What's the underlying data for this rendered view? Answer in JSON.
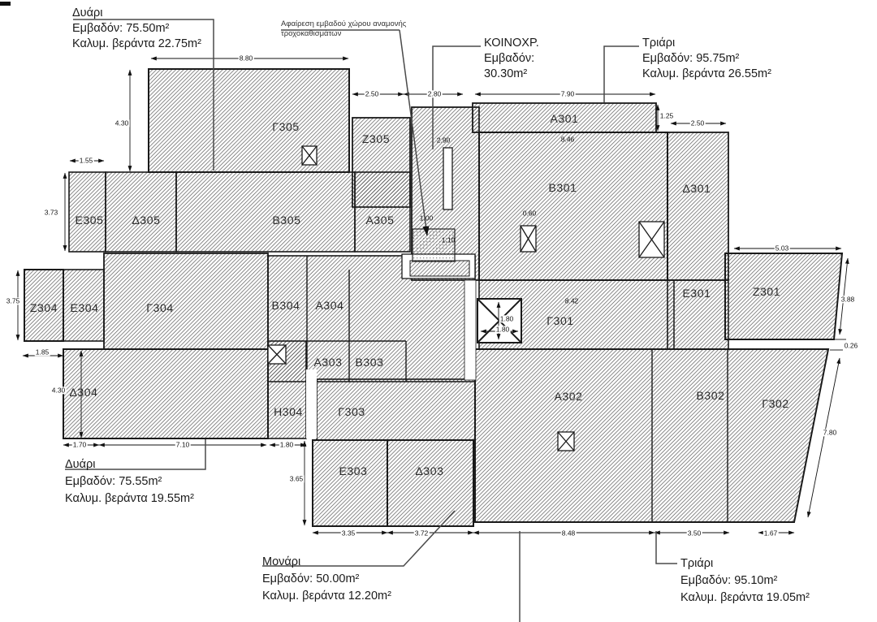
{
  "annotations": [
    {
      "id": "unit-two-room-top-left",
      "lines": [
        "Δυάρι",
        "Εμβαδόν: 75.50m²",
        "Καλυμ. βεράντα 22.75m²"
      ]
    },
    {
      "id": "wheelchair-note",
      "lines": [
        "Αφαίρεση εμβαδού χώρου αναμονής",
        "τροχοκαθισμάτων"
      ]
    },
    {
      "id": "common-areas",
      "lines": [
        "ΚΟΙΝΟΧΡ.",
        "Εμβαδόν:",
        "30.30m²"
      ]
    },
    {
      "id": "unit-three-room-top-right",
      "lines": [
        "Τριάρι",
        "Εμβαδόν: 95.75m²",
        "Καλυμ. βεράντα 26.55m²"
      ]
    },
    {
      "id": "unit-two-room-bottom-left",
      "lines": [
        "Δυάρι",
        "Εμβαδόν: 75.55m²",
        "Καλυμ. βεράντα 19.55m²"
      ]
    },
    {
      "id": "unit-one-room-bottom",
      "lines": [
        "Μονάρι",
        "Εμβαδόν: 50.00m²",
        "Καλυμ. βεράντα 12.20m²"
      ]
    },
    {
      "id": "unit-three-room-bottom-right",
      "lines": [
        "Τριάρι",
        "Εμβαδόν: 95.10m²",
        "Καλυμ. βεράντα 19.05m²"
      ]
    }
  ],
  "rooms": [
    "Γ305",
    "Ζ305",
    "Ε305",
    "Δ305",
    "Β305",
    "Α305",
    "Α301",
    "Β301",
    "Δ301",
    "Ε301",
    "Ζ301",
    "Γ301",
    "Ζ304",
    "Ε304",
    "Γ304",
    "Β304",
    "Α304",
    "Α303",
    "Β303",
    "Δ304",
    "Η304",
    "Γ303",
    "Ε303",
    "Δ303",
    "Α302",
    "Β302",
    "Γ302"
  ],
  "dims": [
    "8.80",
    "4.30",
    "2.50",
    "2.80",
    "7.90",
    "1.25",
    "2.50",
    "1.55",
    "3.73",
    "5.03",
    "3.88",
    "3.75",
    "1.85",
    "0.26",
    "4.30",
    "7.80",
    "1.70",
    "7.10",
    "1.80",
    "3.65",
    "3.35",
    "3.72",
    "8.48",
    "3.50",
    "1.67",
    "1.80",
    "1.80",
    "2.90",
    "8.46",
    "8.42",
    "1.00",
    "1.10",
    "0.60"
  ],
  "colors": {
    "background": "#ffffff",
    "wall": "#1a1a1a",
    "hatch": "#4d4d4d",
    "leader": "#4a4a4a",
    "dim_line": "#111111"
  }
}
